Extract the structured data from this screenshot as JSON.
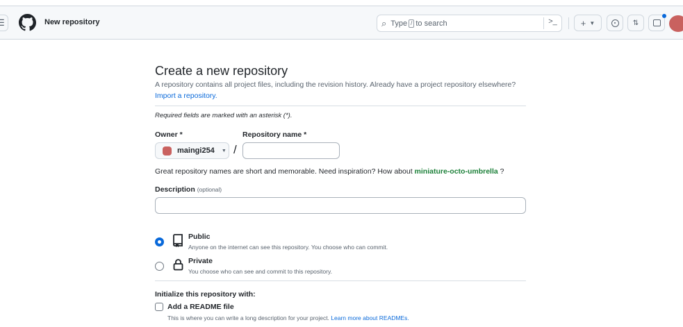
{
  "header": {
    "title": "New repository",
    "search_prefix": "Type",
    "search_key": "/",
    "search_suffix": "to search",
    "icons": [
      "menu-icon",
      "github-logo",
      "search-icon",
      "command-palette-icon",
      "plus-icon",
      "issues-icon",
      "pull-requests-icon",
      "inbox-icon",
      "avatar"
    ],
    "accent": "#0969da"
  },
  "page": {
    "title": "Create a new repository",
    "subtitle": "A repository contains all project files, including the revision history. Already have a project repository elsewhere?",
    "import_link": "Import a repository.",
    "required_note": "Required fields are marked with an asterisk (*).",
    "owner_label": "Owner *",
    "owner_value": "maingi254",
    "separator": "/",
    "repo_name_label": "Repository name *",
    "repo_name_value": "",
    "hint_prefix": "Great repository names are short and memorable. Need inspiration? How about",
    "hint_suggestion": "miniature-octo-umbrella",
    "hint_suffix": "?",
    "description_label": "Description",
    "description_optional": "(optional)",
    "description_value": "",
    "visibility": [
      {
        "label": "Public",
        "desc": "Anyone on the internet can see this repository. You choose who can commit.",
        "selected": true,
        "icon": "repo-icon"
      },
      {
        "label": "Private",
        "desc": "You choose who can see and commit to this repository.",
        "selected": false,
        "icon": "lock-icon"
      }
    ],
    "init_heading": "Initialize this repository with:",
    "readme_label": "Add a README file",
    "readme_checked": false,
    "readme_desc": "This is where you can write a long description for your project.",
    "readme_link": "Learn more about READMEs."
  }
}
